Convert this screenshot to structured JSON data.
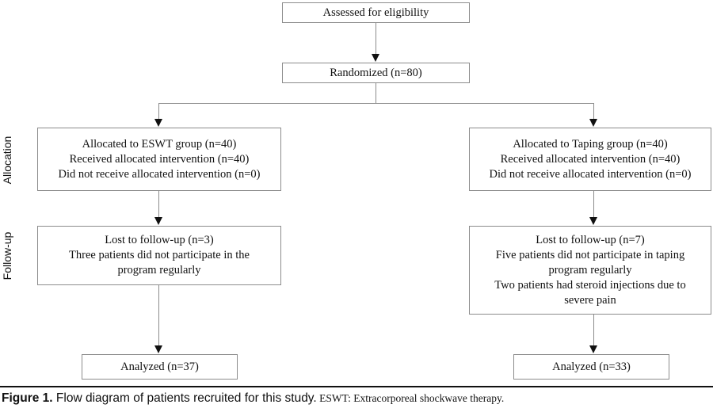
{
  "figure": {
    "stage_labels": {
      "allocation": "Allocation",
      "followup": "Follow-up"
    },
    "nodes": {
      "assessed": {
        "lines": [
          "Assessed for eligibility"
        ]
      },
      "randomized": {
        "lines": [
          "Randomized (n=80)"
        ]
      },
      "allocation_left": {
        "lines": [
          "Allocated to ESWT group (n=40)",
          "Received allocated intervention (n=40)",
          "Did not receive allocated intervention (n=0)"
        ]
      },
      "allocation_right": {
        "lines": [
          "Allocated to Taping group (n=40)",
          "Received allocated intervention (n=40)",
          "Did not receive allocated intervention (n=0)"
        ]
      },
      "followup_left": {
        "lines": [
          "Lost to follow-up (n=3)",
          "Three patients did not participate in the",
          "program regularly"
        ]
      },
      "followup_right": {
        "lines": [
          "Lost to follow-up (n=7)",
          "Five patients did not participate in taping",
          "program regularly",
          "Two patients had steroid injections due to",
          "severe pain"
        ]
      },
      "analyzed_left": {
        "lines": [
          "Analyzed (n=37)"
        ]
      },
      "analyzed_right": {
        "lines": [
          "Analyzed (n=33)"
        ]
      }
    },
    "caption": {
      "figure_number": "Figure 1.",
      "text": " Flow diagram of patients recruited for this study.",
      "abbreviation": " ESWT: Extracorporeal shockwave therapy."
    },
    "colors": {
      "box_border": "#8c8c8c",
      "connector": "#8c8c8c",
      "arrowhead": "#111111",
      "text": "#111111",
      "background": "#ffffff"
    }
  }
}
